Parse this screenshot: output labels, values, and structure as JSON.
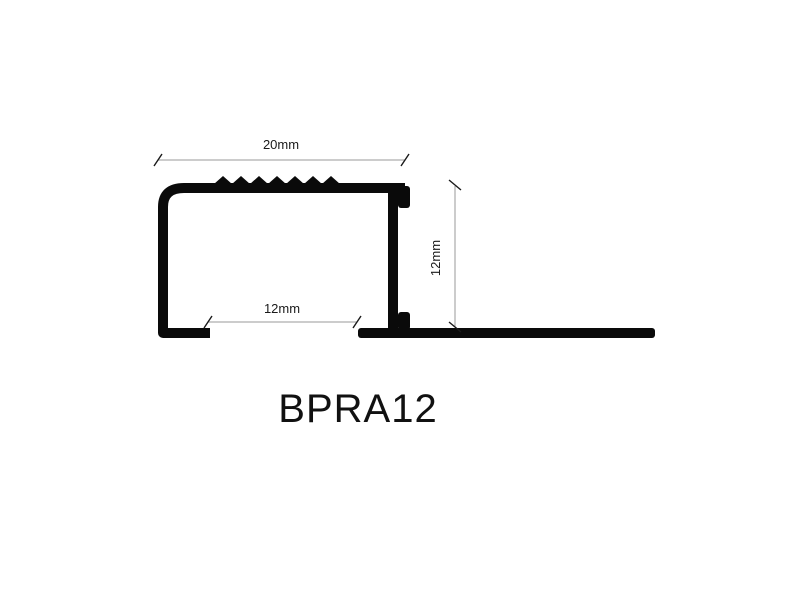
{
  "diagram": {
    "dimensions": {
      "top_width": "20mm",
      "bottom_gap": "12mm",
      "height": "12mm"
    },
    "product_code": "BPRA12"
  }
}
